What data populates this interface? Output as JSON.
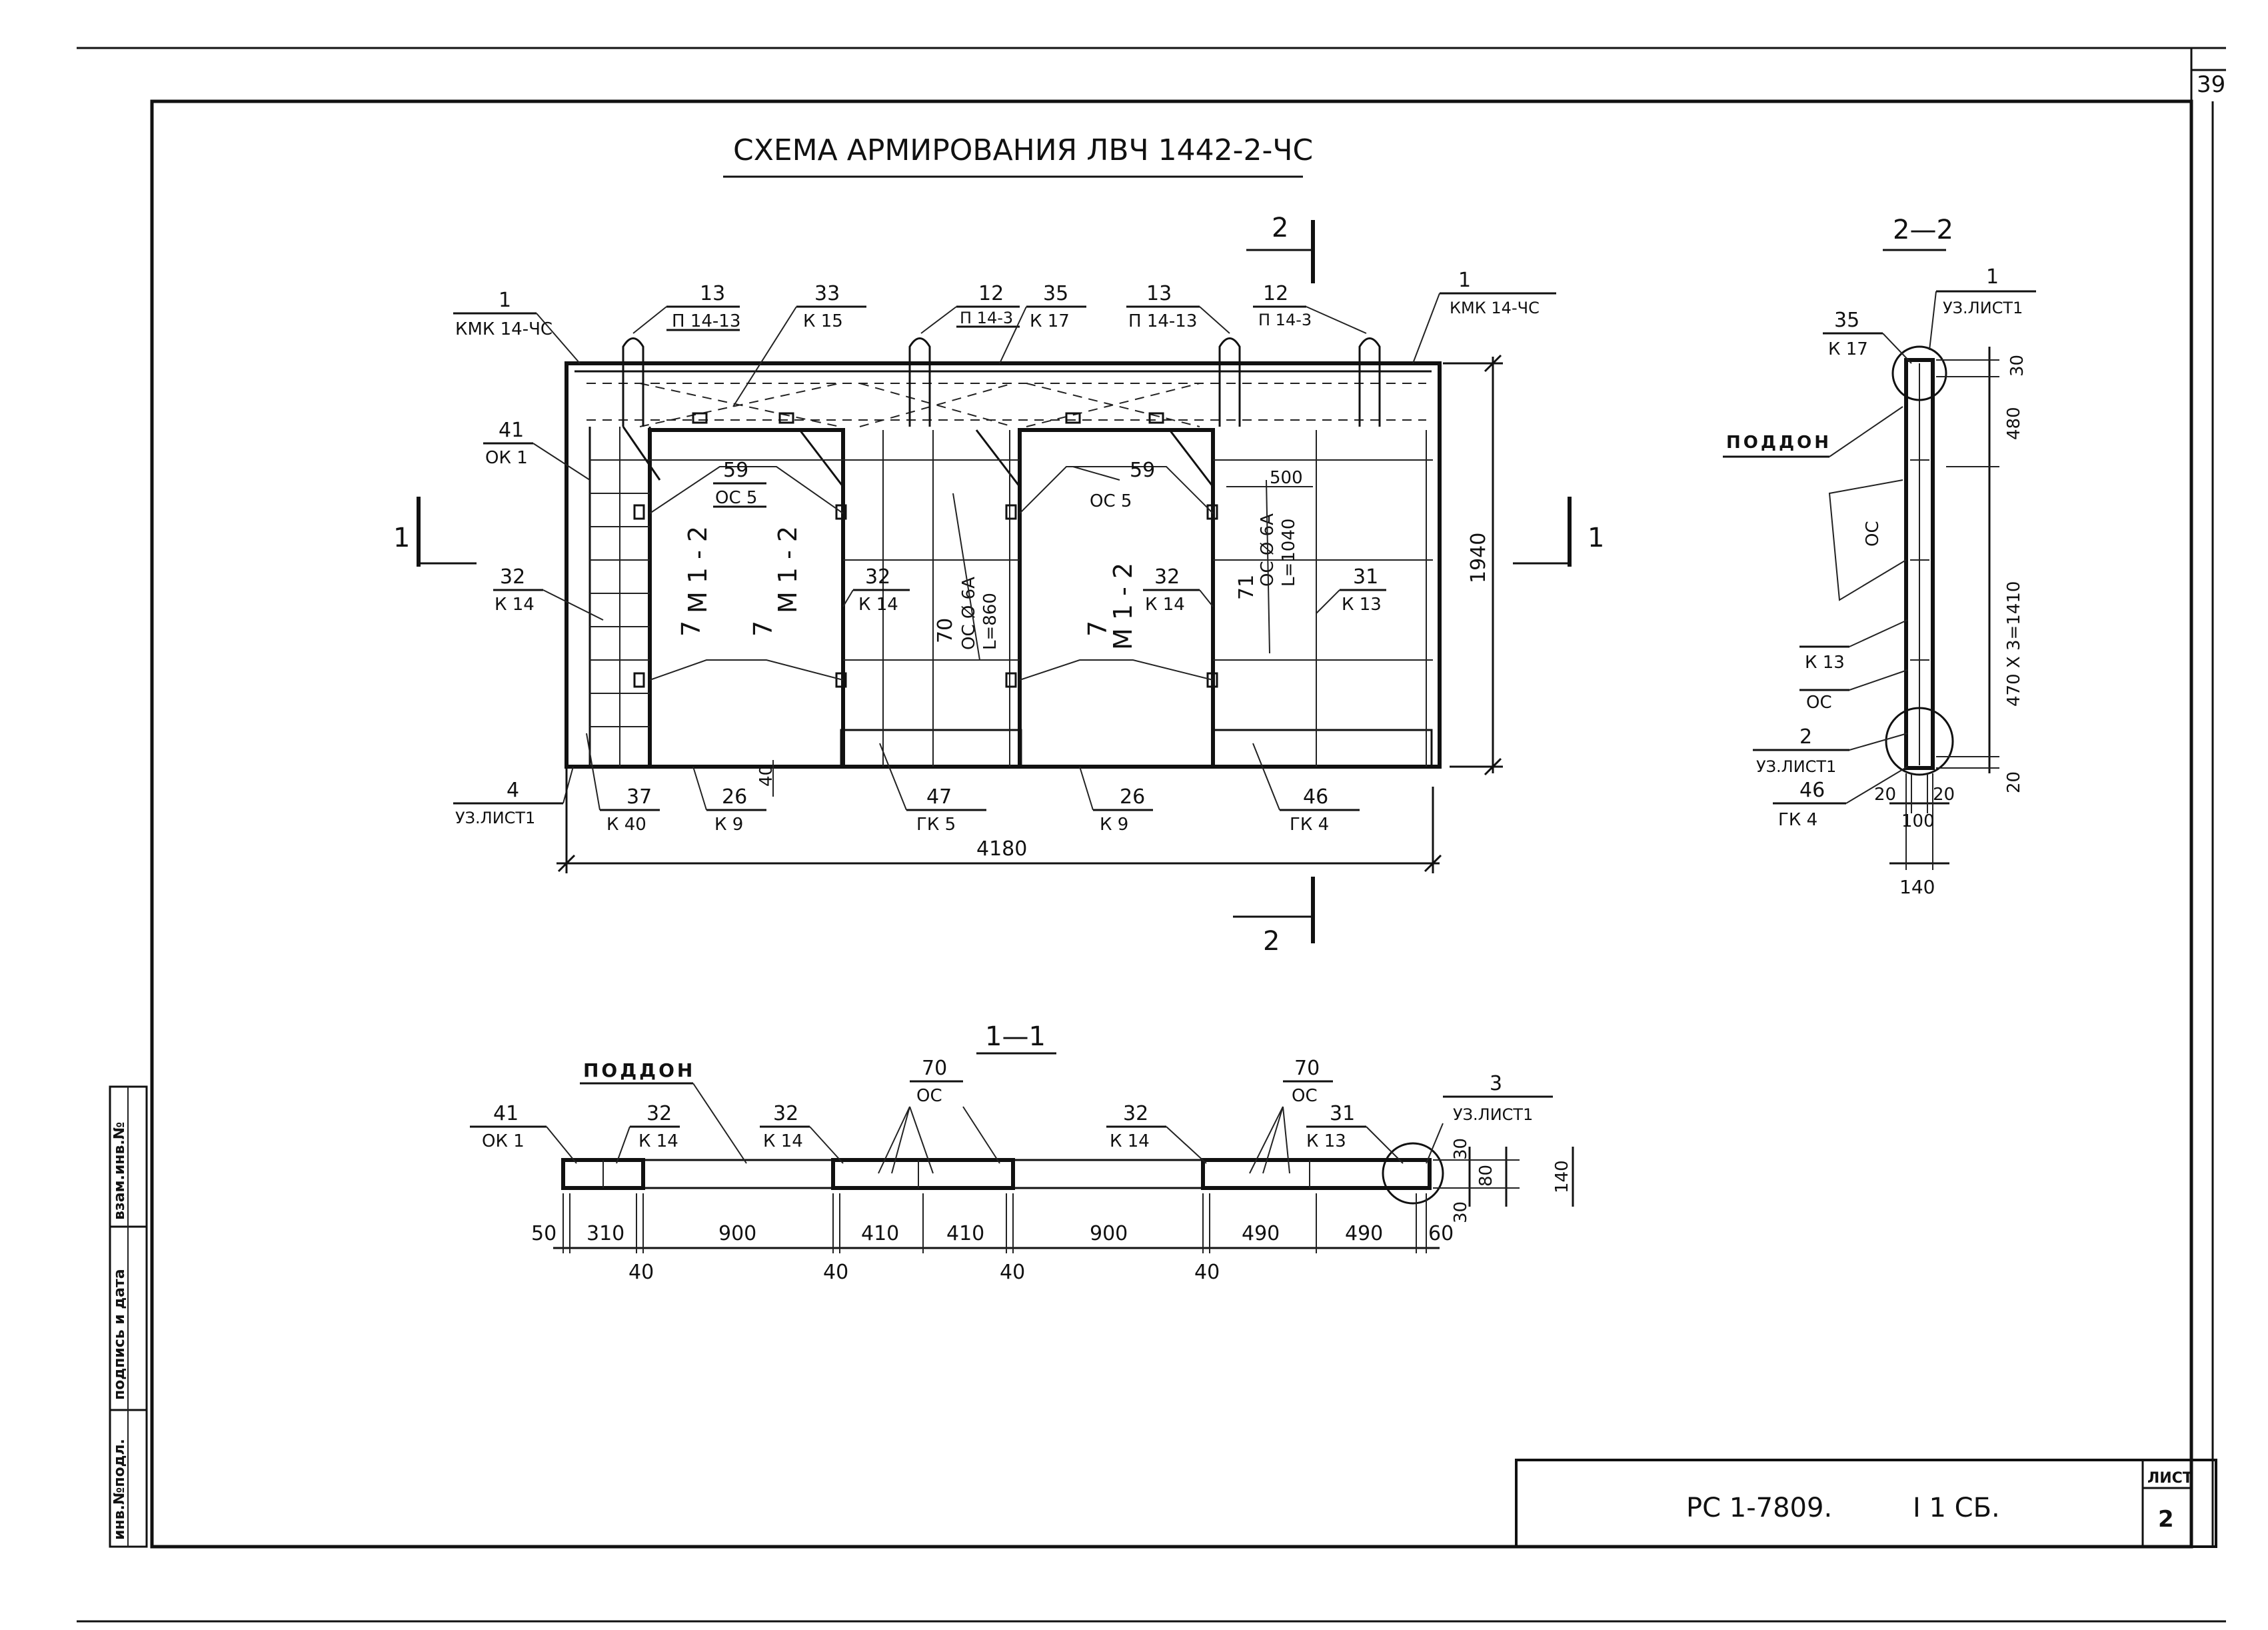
{
  "sheet": {
    "page_number": "39",
    "title": "СХЕМА АРМИРОВАНИЯ ЛВЧ 1442-2-ЧС",
    "doc_code": "РС 1-7809.",
    "doc_suffix": "I 1 СБ.",
    "sheet_label": "ЛИСТ",
    "sheet_no": "2",
    "side_stamp": [
      "инв.№подл.",
      "подпись и дата",
      "взам.инв.№"
    ]
  },
  "plan": {
    "section_1": "1",
    "section_2": "2",
    "dims": {
      "total_length": "4180",
      "height": "1940",
      "offset_40": "40",
      "d500": "500"
    },
    "callouts": [
      {
        "num": "1",
        "mark": "КМК 14-ЧС"
      },
      {
        "num": "13",
        "mark": "П 14-13"
      },
      {
        "num": "33",
        "mark": "К 15"
      },
      {
        "num": "12",
        "mark": "П 14-3"
      },
      {
        "num": "35",
        "mark": "К 17"
      },
      {
        "num": "13",
        "mark": "П 14-13"
      },
      {
        "num": "12",
        "mark": "П 14-3"
      },
      {
        "num": "1",
        "mark": "КМК 14-ЧС"
      },
      {
        "num": "41",
        "mark": "ОК 1"
      },
      {
        "num": "59",
        "mark": "ОС 5"
      },
      {
        "num": "59",
        "mark": "ОС 5"
      },
      {
        "num": "32",
        "mark": "К 14"
      },
      {
        "num": "32",
        "mark": "К 14"
      },
      {
        "num": "32",
        "mark": "К 14"
      },
      {
        "num": "31",
        "mark": "К 13"
      },
      {
        "num": "4",
        "mark": "УЗ.ЛИСТ1"
      },
      {
        "num": "37",
        "mark": "К 40"
      },
      {
        "num": "26",
        "mark": "К 9"
      },
      {
        "num": "47",
        "mark": "ГК 5"
      },
      {
        "num": "26",
        "mark": "К 9"
      },
      {
        "num": "46",
        "mark": "ГК 4"
      }
    ],
    "mesh_labels": [
      "7",
      "М 1 - 2",
      "7",
      "М 1 - 2",
      "7",
      "М 1 - 2",
      "70",
      "ОС Ø 6А",
      "L=860",
      "71",
      "ОС Ø 6А",
      "L=1040"
    ]
  },
  "section_11": {
    "title": "1—1",
    "tray_label": "ПОДДОН",
    "callouts": [
      {
        "num": "41",
        "mark": "ОК 1"
      },
      {
        "num": "32",
        "mark": "К 14"
      },
      {
        "num": "32",
        "mark": "К 14"
      },
      {
        "num": "70",
        "mark": "ОС"
      },
      {
        "num": "32",
        "mark": "К 14"
      },
      {
        "num": "70",
        "mark": "ОС"
      },
      {
        "num": "31",
        "mark": "К 13"
      },
      {
        "num": "3",
        "mark": "УЗ.ЛИСТ1"
      }
    ],
    "dims_top": [
      "50",
      "310",
      "900",
      "410",
      "410",
      "900",
      "490",
      "490",
      "60"
    ],
    "dims_bottom": [
      "40",
      "40",
      "40",
      "40"
    ],
    "dims_right": [
      "30",
      "80",
      "30",
      "140"
    ]
  },
  "section_22": {
    "title": "2—2",
    "tray_label": "ПОДДОН",
    "callouts": [
      {
        "num": "1",
        "mark": "УЗ.ЛИСТ1"
      },
      {
        "num": "35",
        "mark": "К 17"
      },
      {
        "num": "",
        "mark": "ОС"
      },
      {
        "num": "",
        "mark": "К 13"
      },
      {
        "num": "",
        "mark": "ОС"
      },
      {
        "num": "2",
        "mark": "УЗ.ЛИСТ1"
      },
      {
        "num": "46",
        "mark": "ГК 4"
      }
    ],
    "dims_right": [
      "30",
      "480",
      "470 Х 3=1410",
      "20"
    ],
    "dims_bottom": [
      "20",
      "20",
      "100",
      "140"
    ]
  }
}
